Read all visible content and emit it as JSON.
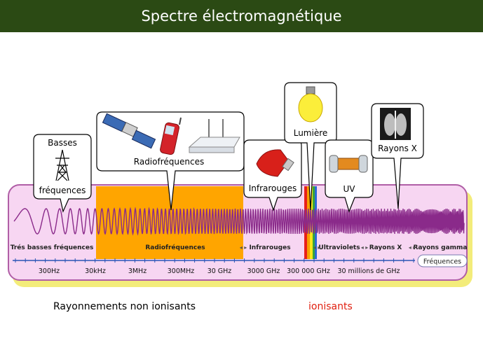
{
  "title": "Spectre électromagnétique",
  "colors": {
    "title_bg": "#2b4a14",
    "band_bg": "#f7d6f2",
    "band_border": "#b05ea6",
    "band_shadow": "#f3ec7a",
    "radio_highlight": "#ffa500",
    "wave": "#8a2a8a",
    "axis": "#2a55b5",
    "non_ionizing_text": "#111111",
    "ionizing_text": "#e02010"
  },
  "callouts": [
    {
      "id": "basses",
      "lines": [
        "Basses",
        "fréquences"
      ],
      "icon": "pylon-icon"
    },
    {
      "id": "radio",
      "lines": [
        "Radiofréquences"
      ],
      "icon": "satellite-phone-router-icons"
    },
    {
      "id": "infra",
      "lines": [
        "Infrarouges"
      ],
      "icon": "heat-lamp-icon"
    },
    {
      "id": "lumiere",
      "lines": [
        "Lumière"
      ],
      "icon": "light-bulb-icon"
    },
    {
      "id": "uv",
      "lines": [
        "UV"
      ],
      "icon": "uv-lamp-icon"
    },
    {
      "id": "xray",
      "lines": [
        "Rayons X"
      ],
      "icon": "xray-image-icon"
    }
  ],
  "bands": [
    {
      "label": "Trés basses fréquences"
    },
    {
      "label": "Radiofréquences"
    },
    {
      "label": "Infrarouges"
    },
    {
      "label": "Ultraviolets"
    },
    {
      "label": "Rayons X"
    },
    {
      "label": "Rayons gamma"
    }
  ],
  "ticks": [
    "300Hz",
    "30kHz",
    "3MHz",
    "300MHz",
    "30 GHz",
    "3000 GHz",
    "300 000 GHz",
    "30 millions de GHz"
  ],
  "axis_label": "Fréquences",
  "footer": {
    "non_ionizing": "Rayonnements non ionisants",
    "ionizing": "ionisants"
  }
}
